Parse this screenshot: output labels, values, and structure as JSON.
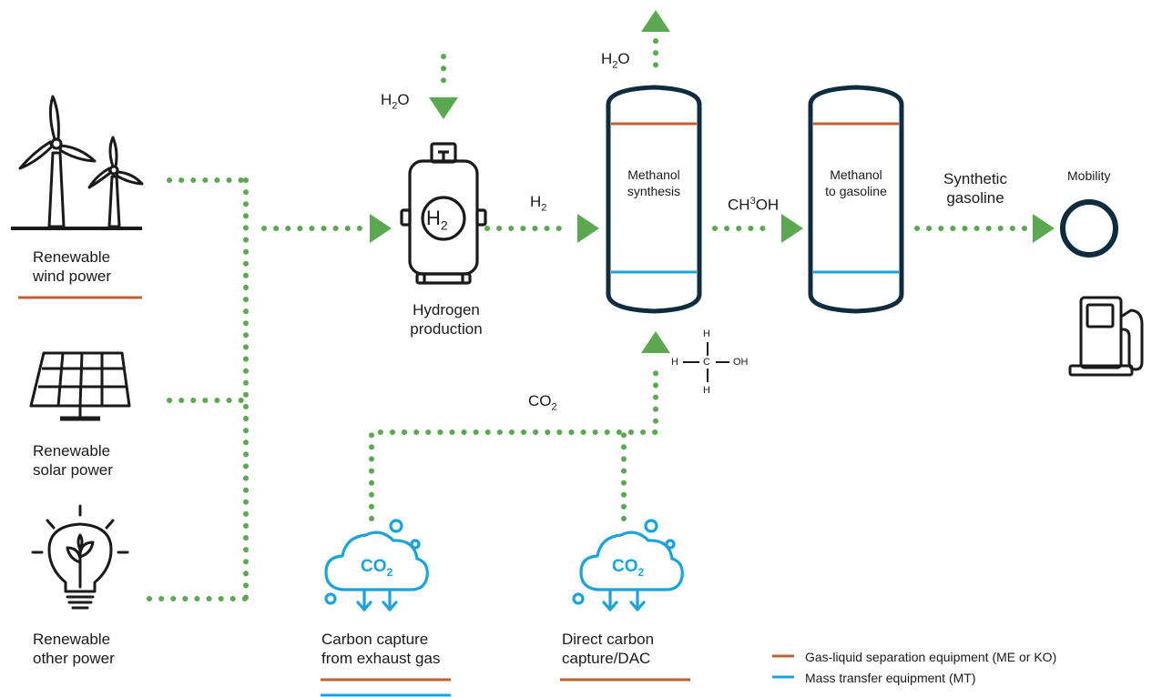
{
  "sources": {
    "wind": [
      "Renewable",
      "wind power"
    ],
    "solar": [
      "Renewable",
      "solar power"
    ],
    "other": [
      "Renewable",
      "other power"
    ]
  },
  "hydrogen": {
    "water_input": [
      "H",
      "2",
      "O"
    ],
    "tank_label": [
      "H",
      "2"
    ],
    "label": [
      "Hydrogen",
      "production"
    ],
    "output": [
      "H",
      "2"
    ]
  },
  "methanol_synthesis": {
    "label": [
      "Methanol",
      "synthesis"
    ],
    "water_output": [
      "H",
      "2",
      "O"
    ],
    "product": [
      "CH",
      "3",
      "OH"
    ]
  },
  "methanol_to_gasoline": {
    "label": [
      "Methanol",
      "to gasoline"
    ],
    "product": [
      "Synthetic",
      "gasoline"
    ]
  },
  "mobility": {
    "label": "Mobility"
  },
  "co2": {
    "label": [
      "CO",
      "2"
    ]
  },
  "molecule": {
    "h_top": "H",
    "h_left": "H",
    "c": "C",
    "oh": "OH",
    "h_bottom": "H"
  },
  "capture": {
    "exhaust": [
      "Carbon capture",
      "from exhaust gas"
    ],
    "dac": [
      "Direct carbon",
      "capture/DAC"
    ],
    "cloud_text": [
      "CO",
      "2"
    ]
  },
  "legend": [
    {
      "label": "Gas-liquid separation equipment (ME or KO)",
      "color": "#c0602e"
    },
    {
      "label": "Mass transfer equipment (MT)",
      "color": "#1aa3dc"
    }
  ],
  "colors": {
    "flow": "#5aa84f",
    "outline": "#0d2c40",
    "separation": "#c0602e",
    "mass_transfer": "#1aa3dc",
    "capture_cloud": "#1aa3dc"
  },
  "icons": [
    "wind-turbine-icon",
    "solar-panel-icon",
    "light-bulb-icon",
    "hydrogen-tank-icon",
    "co2-cloud-icon",
    "fuel-pump-icon",
    "wheel-icon"
  ]
}
